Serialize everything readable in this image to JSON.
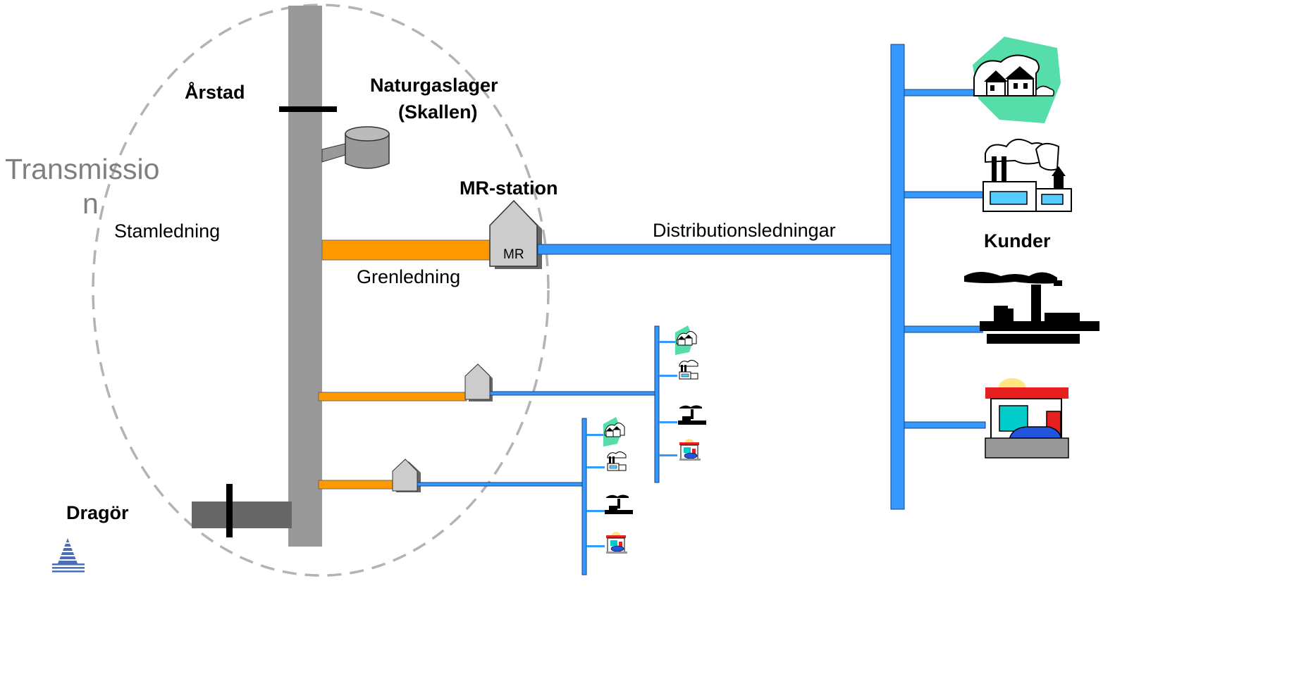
{
  "labels": {
    "transmission_line1": "Transmissio",
    "transmission_line2": "n",
    "stamledning": "Stamledning",
    "arstad": "Årstad",
    "naturgaslager_line1": "Naturgaslager",
    "naturgaslager_line2": "(Skallen)",
    "mr_station": "MR-station",
    "mr": "MR",
    "grenledning": "Grenledning",
    "distributionsledningar": "Distributionsledningar",
    "kunder": "Kunder",
    "dragor": "Dragör"
  },
  "colors": {
    "trunk": "#999999",
    "branch_pipe": "#FF9900",
    "distribution": "#3399FF",
    "dashed_circle": "#B3B3B3",
    "station": "#CCCCCC",
    "transmission_text": "#7F7F7F"
  },
  "icons": [
    "house-icon",
    "factory-icon",
    "industrial-plant-icon",
    "gas-station-icon",
    "storage-tank-icon",
    "mr-station-icon"
  ]
}
